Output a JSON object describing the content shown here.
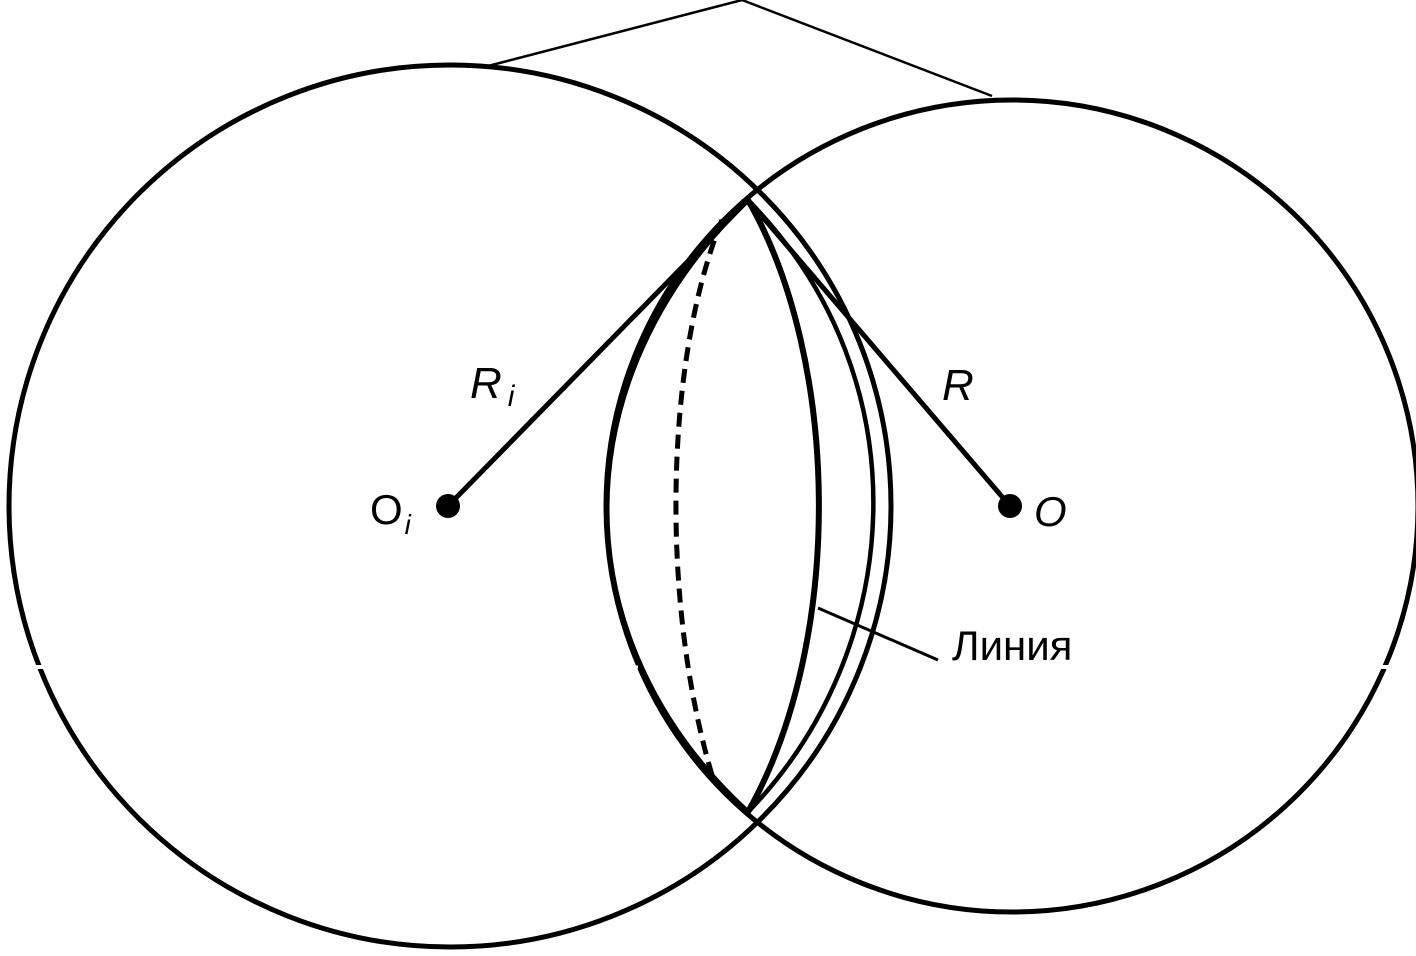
{
  "labels": {
    "radius_left": "R",
    "radius_left_sub": "i",
    "radius_right": "R",
    "center_left": "O",
    "center_left_sub": "i",
    "center_right": "O",
    "line_callout": "Линия"
  },
  "colors": {
    "stroke": "#000000",
    "background": "#ffffff"
  }
}
